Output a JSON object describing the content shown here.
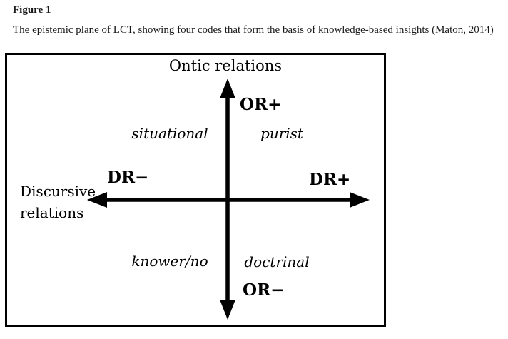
{
  "colors": {
    "background": "#ffffff",
    "ink": "#000000",
    "caption_text": "#1a1a1a"
  },
  "figure": {
    "label": "Figure 1",
    "caption": "The epistemic plane of LCT, showing four codes that form the basis of knowledge-based insights (Maton, 2014)"
  },
  "diagram": {
    "vertical_axis": {
      "title": "Ontic relations",
      "positive_pole": "OR+",
      "negative_pole": "OR−"
    },
    "horizontal_axis": {
      "title_line1": "Discursive",
      "title_line2": "relations",
      "positive_pole": "DR+",
      "negative_pole": "DR−"
    },
    "quadrants": {
      "top_left": "situational",
      "top_right": "purist",
      "bottom_left": "knower/no",
      "bottom_right": "doctrinal"
    }
  }
}
